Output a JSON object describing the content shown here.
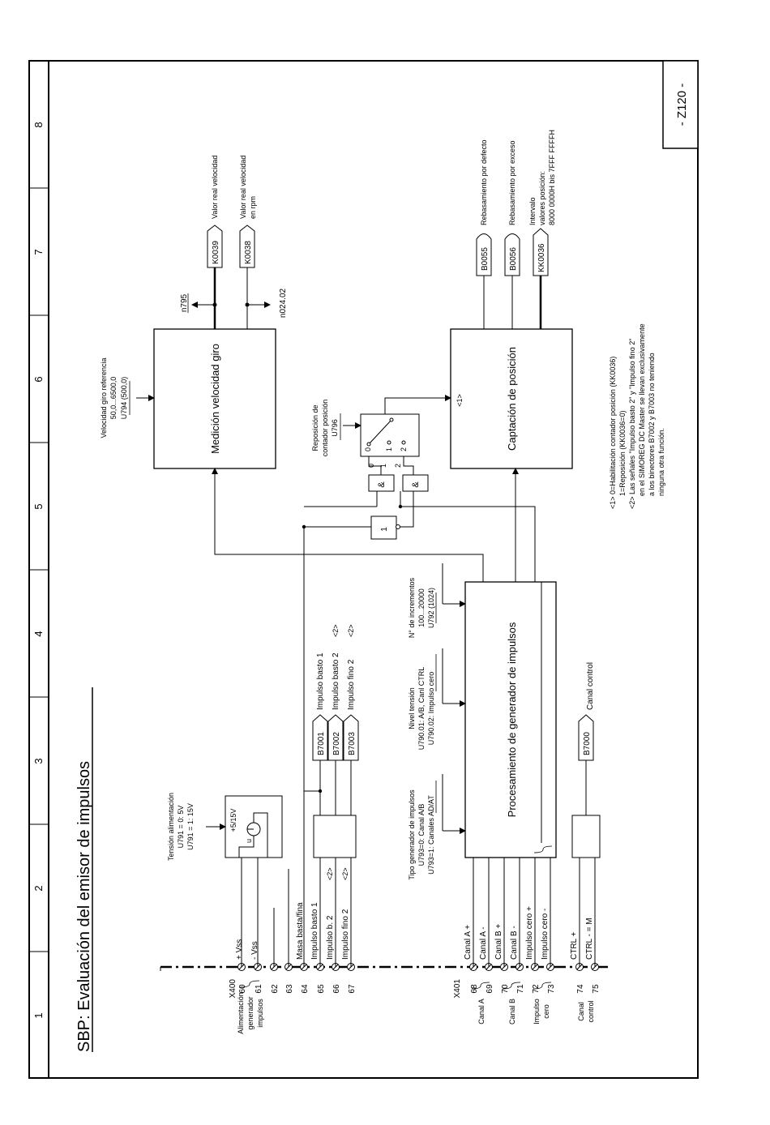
{
  "sheet": {
    "title": "SBP: Evaluación del emisor de impulsos",
    "page_id": "- Z120 -",
    "columns": [
      "1",
      "2",
      "3",
      "4",
      "5",
      "6",
      "7",
      "8"
    ]
  },
  "blocks": {
    "speed": "Medición velocidad giro",
    "position": "Captación de posición",
    "processing": "Procesamiento de generador de impulsos"
  },
  "supply": {
    "title": "Tensión alimentación",
    "line1": "U791 = 0: 5V",
    "line2": "U791 = 1: 15V",
    "label": "+5/15V",
    "u": "u"
  },
  "x400": {
    "connector": "X400",
    "terminals": [
      "60",
      "61",
      "62",
      "63",
      "64",
      "65",
      "66",
      "67"
    ],
    "signals": [
      "+ Vss",
      "- Vss",
      "Masa basta/fina",
      "Impulso basto 1",
      "Impulso b. 2",
      "Impulso fino 2"
    ],
    "mark2": "<2>",
    "group_label": [
      "Alimentación",
      "generador",
      "impulsos"
    ]
  },
  "x401": {
    "connector": "X401",
    "terminals": [
      "68",
      "69",
      "70",
      "71",
      "72",
      "73"
    ],
    "signals": [
      "Canal A +",
      "Canal A -",
      "Canal B +",
      "Canal B -",
      "Impulso cero +",
      "Impulso cero -"
    ],
    "groups": [
      "Canal A",
      "Canal B",
      "Impulso",
      "cero"
    ],
    "ctrl_terminals": [
      "74",
      "75"
    ],
    "ctrl_signals": [
      "CTRL +",
      "CTRL - = M"
    ],
    "ctrl_group": [
      "Canal",
      "control"
    ]
  },
  "binectors": {
    "b7001": {
      "id": "B7001",
      "desc": "Impulso basto 1"
    },
    "b7002": {
      "id": "B7002",
      "desc": "Impulso basto 2",
      "mark": "<2>"
    },
    "b7003": {
      "id": "B7003",
      "desc": "Impulso fino 2",
      "mark": "<2>"
    },
    "b7000": {
      "id": "B7000",
      "desc": "Canal control"
    },
    "b0055": {
      "id": "B0055",
      "desc": "Rebasamiento por defecto"
    },
    "b0056": {
      "id": "B0056",
      "desc": "Rebasamiento por exceso"
    }
  },
  "connectors": {
    "k0039": {
      "id": "K0039",
      "desc": "Valor real velocidad"
    },
    "k0038": {
      "id": "K0038",
      "desc": [
        "Valor real velocidad",
        "en rpm"
      ]
    },
    "kk0036": {
      "id": "KK0036",
      "desc": [
        "Intervalo",
        "valores posición:",
        "8000 0000H bis 7FFF FFFFH"
      ]
    }
  },
  "params": {
    "u793": [
      "Tipo generador de impulsos",
      "U793=0: Canal A/B",
      "U793=1: Canales AD/AT"
    ],
    "u790": [
      "Nivel tensión",
      "U790.01: A/B, Canl CTRL",
      "U790.02: Impulso cero"
    ],
    "u792": [
      "N° de incrementos",
      "100...20000",
      "U792 (1024)"
    ],
    "u794": [
      "Velocidad giro referencia",
      "50,0...6500,0",
      "U794 (500,0)"
    ],
    "u796": [
      "Reposición de",
      "contador posición",
      "U796"
    ],
    "n795": "n795",
    "n024": "n024.02"
  },
  "logic": {
    "and": "&",
    "not": "1",
    "sw0": "0",
    "sw1": "1",
    "sw2": "2",
    "sw0b": "0",
    "sw1b": "1",
    "sw2b": "2",
    "note_ref": "<1>"
  },
  "notes": [
    "<1> 0=Habilitación contador posición (KK0036)",
    "1=Reposición (KK0036=0)",
    "<2> Las señales \"Impulso basto 2\" y \"Impulso fino 2\"",
    "en el SIMOREG DC Master se llevan exclusivamente",
    "a los binectores B7002 y B7003 no teniendo",
    "ninguna otra función."
  ]
}
